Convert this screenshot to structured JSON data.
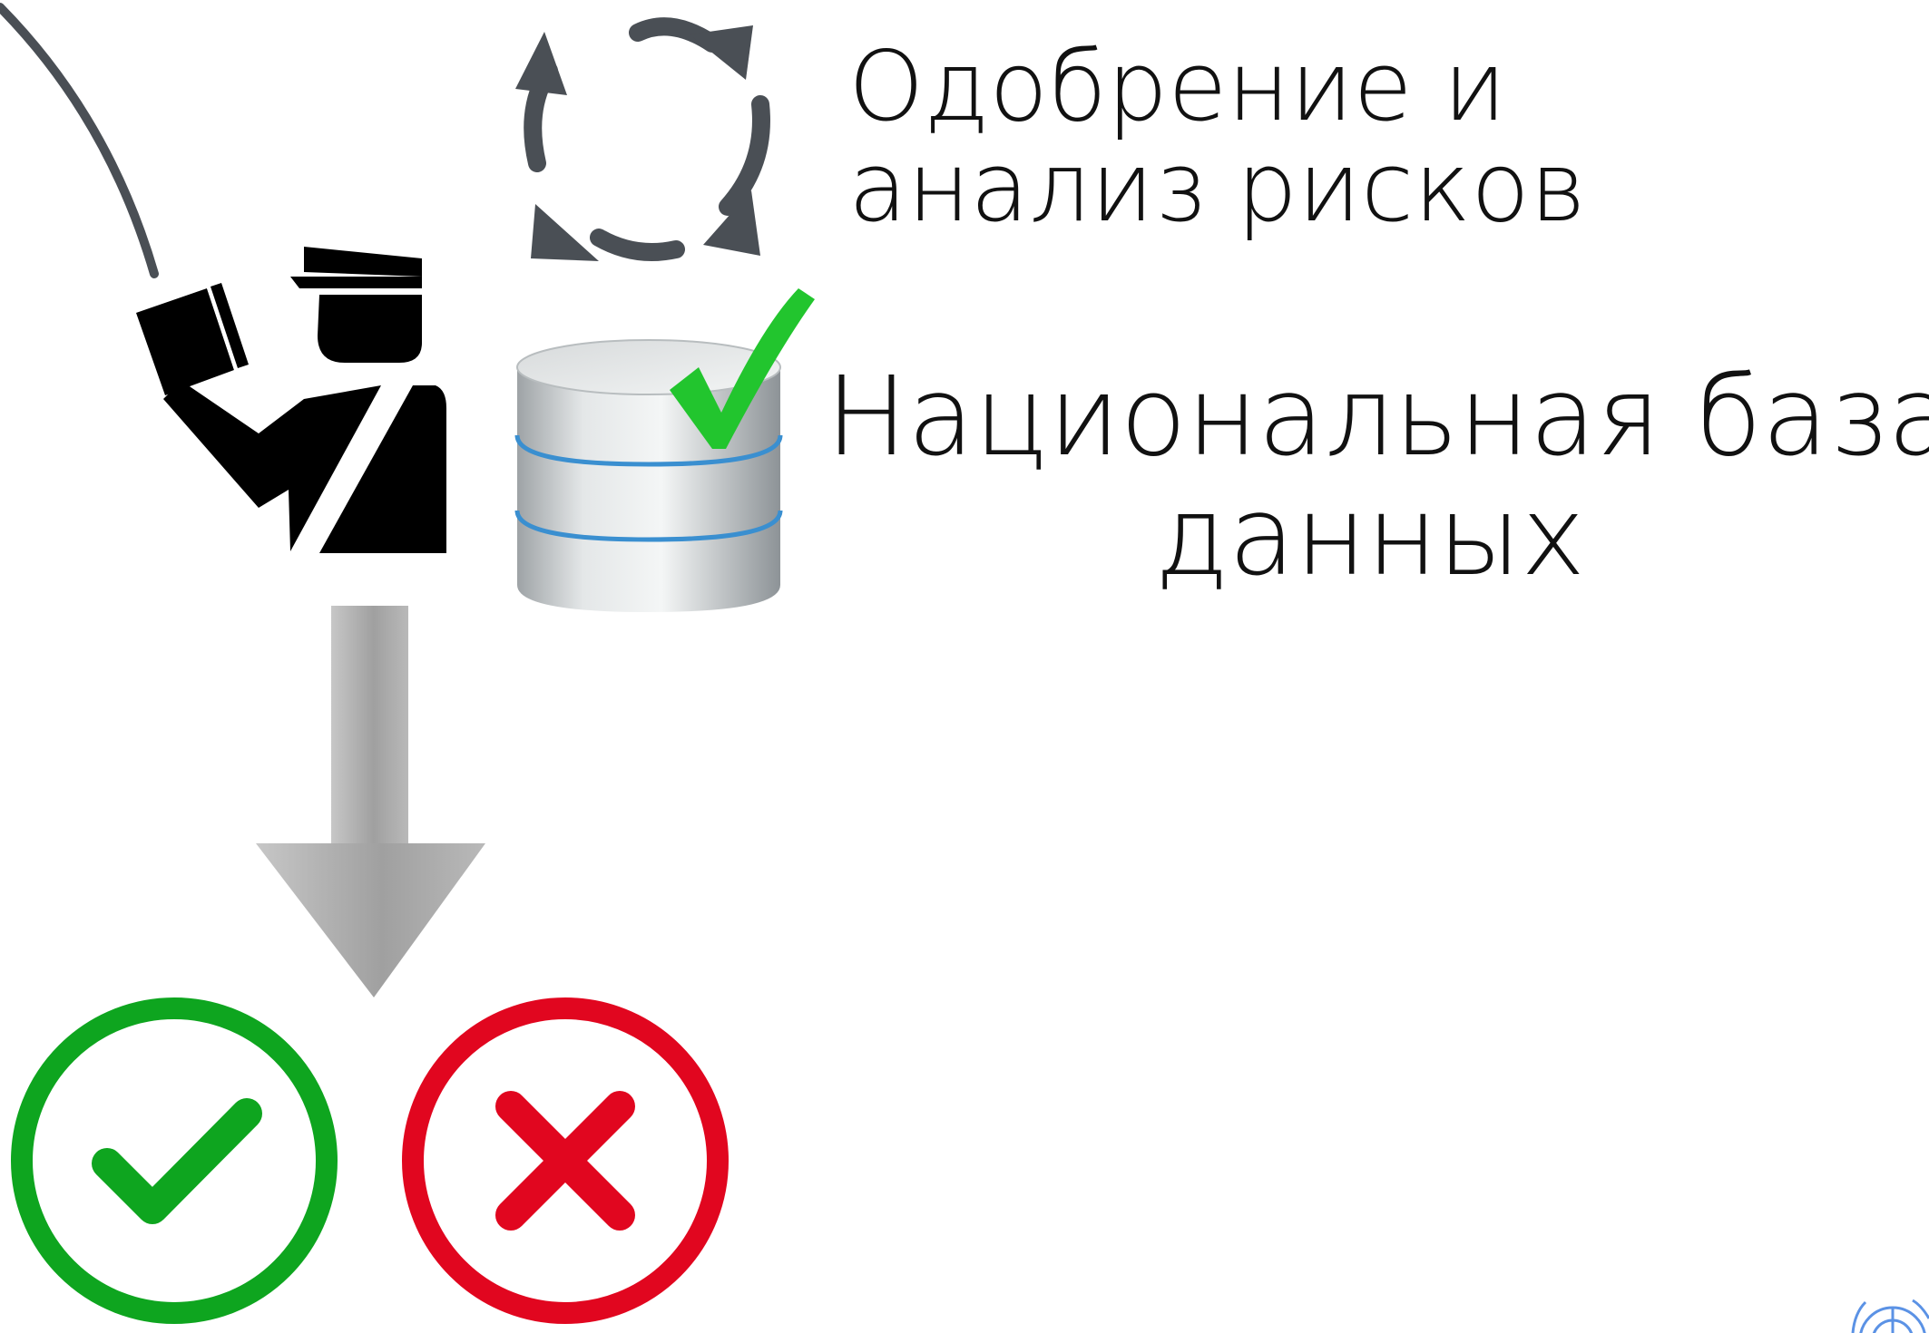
{
  "risk_analysis": {
    "line1": "Одобрение и",
    "line2": "анализ рисков"
  },
  "national_database": {
    "line1": "Национальная база",
    "line2": "данных"
  },
  "icons": {
    "curve": "curved-connector-line",
    "officer": "border-officer-icon",
    "cycle": "refresh-cycle-icon",
    "database": "database-icon",
    "db_check": "green-checkmark-icon",
    "arrow": "down-arrow-icon",
    "approve": "approve-circle-icon",
    "reject": "reject-circle-icon",
    "emblem": "un-emblem-icon"
  },
  "colors": {
    "text": "#111111",
    "icon_dark": "#4a4f55",
    "officer": "#000000",
    "green": "#0ea51f",
    "check_green": "#22c52e",
    "red": "#e1061f",
    "arrow_gray": "#a9a9a9",
    "emblem_blue": "#5b92e5"
  }
}
